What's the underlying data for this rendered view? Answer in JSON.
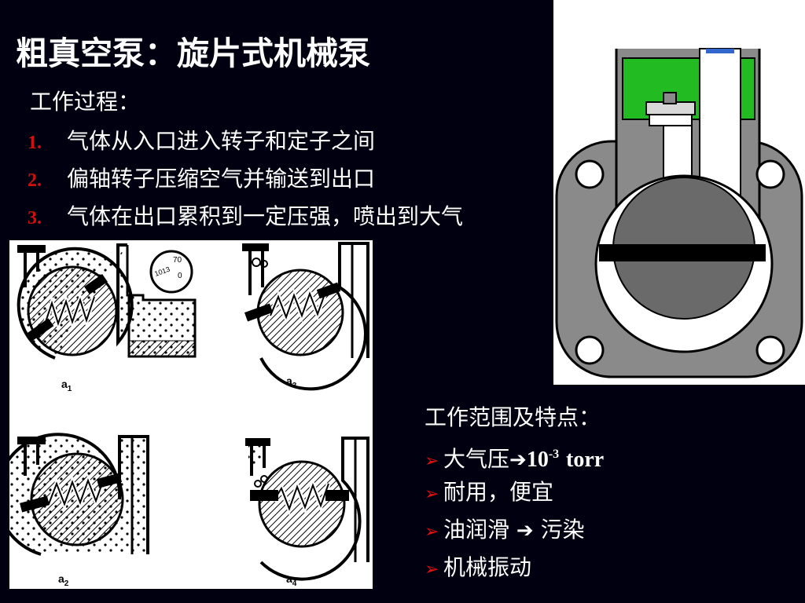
{
  "slide": {
    "title": "粗真空泵：旋片式机械泵",
    "process_heading": "工作过程：",
    "steps": [
      {
        "num": "1.",
        "text": "气体从入口进入转子和定子之间"
      },
      {
        "num": "2.",
        "text": "偏轴转子压缩空气并输送到出口"
      },
      {
        "num": "3.",
        "text": "气体在出口累积到一定压强，喷出到大气"
      }
    ],
    "features_heading": "工作范围及特点：",
    "features": {
      "range_prefix": "大气压",
      "range_base": "10",
      "range_exp": "-3",
      "range_unit": "torr",
      "item2": "耐用，便宜",
      "item3_left": "油润滑",
      "item3_right": "污染",
      "item4": "机械振动"
    },
    "diagram_labels": {
      "stage_a1": "a",
      "stage_a1_sub": "1",
      "stage_a2": "a",
      "stage_a2_sub": "2",
      "stage_a3": "a",
      "stage_a3_sub": "3",
      "stage_a4": "a",
      "stage_a4_sub": "4",
      "gauge_70": "70",
      "gauge_1013": "1013",
      "gauge_0": "0"
    },
    "colors": {
      "background": "#000010",
      "step_number": "#d01010",
      "bullet": "#e01010",
      "oil": "#22bb22",
      "stator": "#8a8a8a",
      "rotor": "#6a6a6a"
    }
  }
}
